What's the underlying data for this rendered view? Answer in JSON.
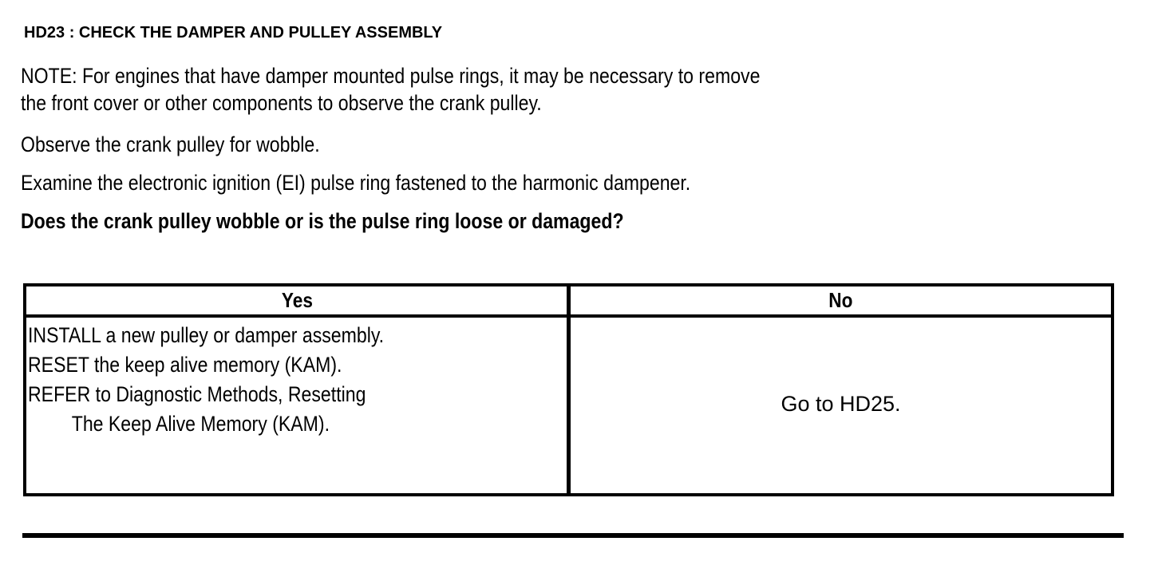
{
  "document": {
    "step_title": "HD23 : CHECK THE DAMPER AND PULLEY ASSEMBLY",
    "note_paragraph": {
      "line1": "NOTE: For engines that have damper mounted pulse rings, it may be necessary to remove",
      "line2": "the front cover or other components to observe the crank pulley."
    },
    "instruction_1": "Observe the crank pulley for wobble.",
    "instruction_2": "Examine the electronic ignition (EI) pulse ring fastened to the harmonic dampener.",
    "question": "Does the crank pulley wobble or is the pulse ring loose or damaged?"
  },
  "decision_table": {
    "headers": [
      "Yes",
      "No"
    ],
    "yes_cell": {
      "lines": [
        "INSTALL a new pulley or damper assembly.",
        "RESET the keep alive memory (KAM).",
        "REFER to Diagnostic Methods, Resetting",
        "The Keep Alive Memory (KAM)."
      ]
    },
    "no_cell": {
      "text": "Go to HD25."
    }
  },
  "colors": {
    "page_background": "#ffffff",
    "text": "#000000",
    "rule": "#000000"
  }
}
